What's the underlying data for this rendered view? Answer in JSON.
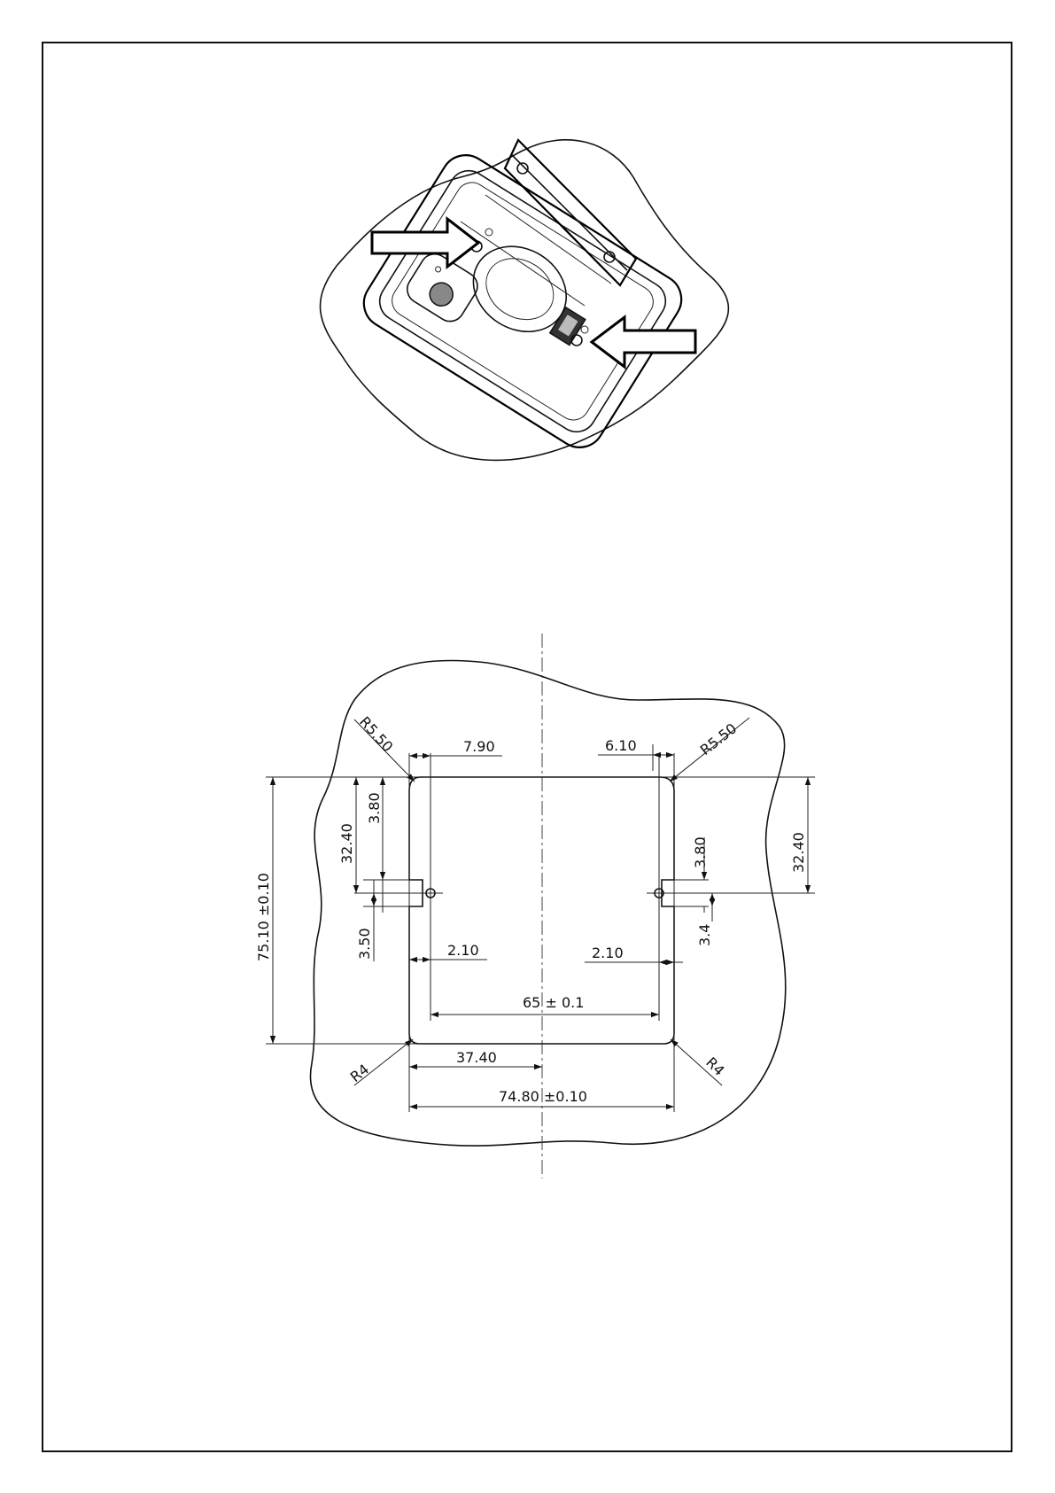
{
  "drawing": {
    "line_color": "#111111",
    "background": "#ffffff",
    "installation_view": {
      "arrow_count": 2,
      "marks": "screw-locations"
    },
    "cutout_dimensions": {
      "top_left_width": "7.90",
      "top_right_width": "6.10",
      "radius_top_left": "R5.50",
      "radius_top_right": "R5.50",
      "left_height": "32.40",
      "left_tab_top": "3.80",
      "right_tab_top": "3.80",
      "right_height": "32.40",
      "overall_height": "75.10 ±0.10",
      "left_tab_height": "3.50",
      "right_tab_height": "3.4",
      "left_hole_offset": "2.10",
      "right_hole_offset": "2.10",
      "hole_spacing": "65 ± 0.1",
      "half_width": "37.40",
      "overall_width": "74.80 ±0.10",
      "radius_bottom_left": "R4",
      "radius_bottom_right": "R4"
    }
  }
}
